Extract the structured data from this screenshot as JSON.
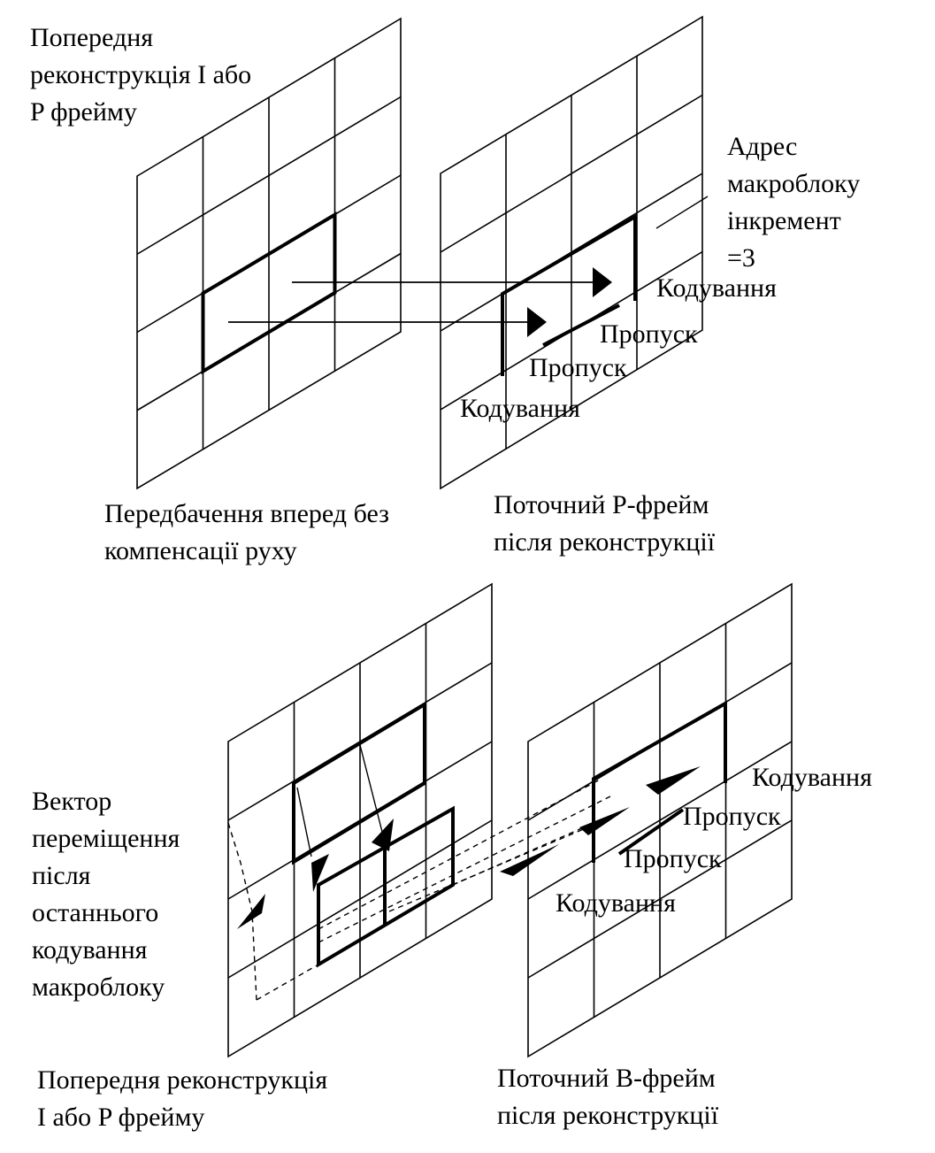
{
  "top": {
    "ref_frame_label": [
      "Попередня",
      "реконструкція I або",
      "P фрейму"
    ],
    "cur_frame_label": [
      "Поточний P-фрейм",
      "після реконструкції"
    ],
    "prediction_label": [
      "Передбачення вперед без",
      "компенсації руху"
    ],
    "address_label": [
      "Адрес",
      "макроблоку",
      "інкремент",
      "=3"
    ],
    "coding_right": "Кодування",
    "skip_right": "Пропуск",
    "skip_left": "Пропуск",
    "coding_left": "Кодування"
  },
  "bottom": {
    "vector_label": [
      "Вектор",
      "переміщення",
      "після",
      "останнього",
      "кодування",
      "макроблоку"
    ],
    "ref_frame_label": [
      "Попередня реконструкція",
      "I або P фрейму"
    ],
    "cur_frame_label": [
      "Поточний B-фрейм",
      "після реконструкції"
    ],
    "coding_right": "Кодування",
    "skip_right": "Пропуск",
    "skip_left": "Пропуск",
    "coding_left": "Кодування"
  }
}
